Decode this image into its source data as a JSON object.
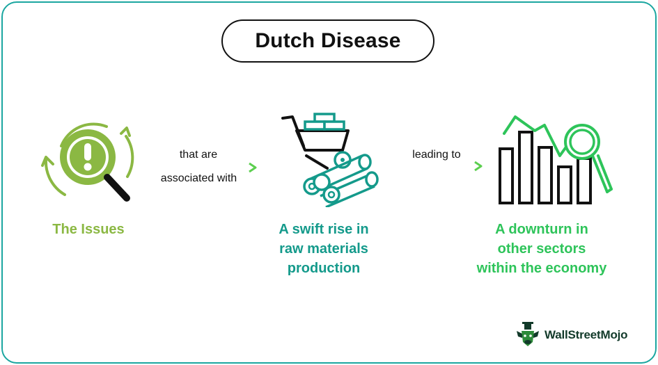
{
  "title": "Dutch Disease",
  "nodes": [
    {
      "label_lines": [
        "The Issues"
      ]
    },
    {
      "label_lines": [
        "A swift rise in",
        "raw materials",
        "production"
      ]
    },
    {
      "label_lines": [
        "A downturn in",
        "other sectors",
        "within the economy"
      ]
    }
  ],
  "connectors": [
    {
      "top": "that are",
      "bottom": "associated with"
    },
    {
      "top": "leading to",
      "bottom": ""
    }
  ],
  "brand": {
    "name": "WallStreetMojo"
  },
  "colors": {
    "issues_green": "#8bb843",
    "teal": "#149a8b",
    "bright_green": "#2ec45a",
    "frame": "#1aa6a0",
    "dark": "#111111"
  },
  "icons": [
    "magnifier-alert-icon",
    "wheelbarrow-logs-icon",
    "bar-chart-magnifier-icon"
  ]
}
